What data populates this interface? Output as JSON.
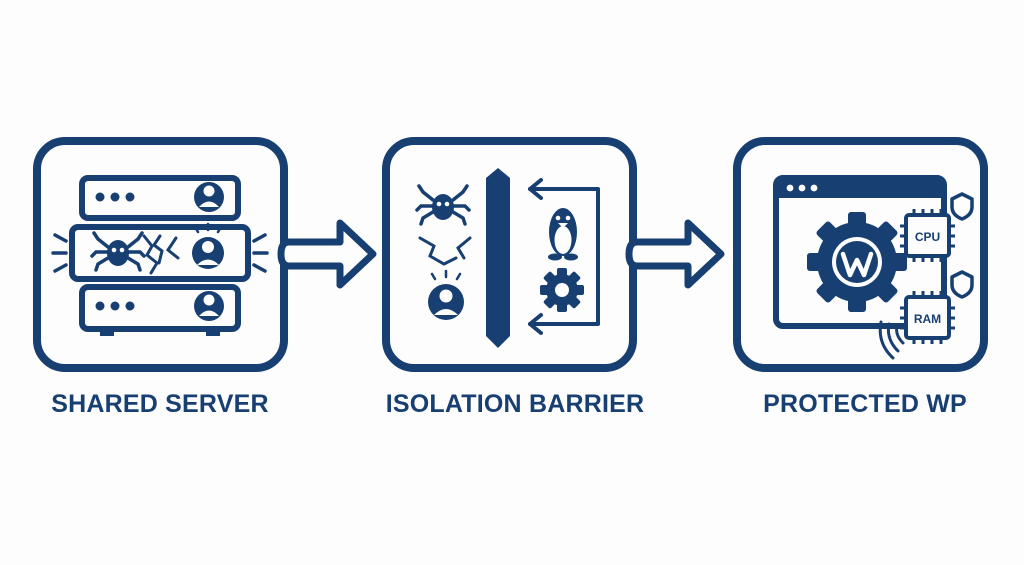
{
  "colors": {
    "primary": "#173f72",
    "background": "#fdfdfd"
  },
  "steps": [
    {
      "label": "SHARED SERVER",
      "icons": [
        "server-rack-icon",
        "user-icon",
        "spider-icon",
        "distressed-user-icon",
        "crack-icon"
      ]
    },
    {
      "label": "ISOLATION BARRIER",
      "icons": [
        "spider-icon",
        "distressed-user-icon",
        "barrier-wall-icon",
        "linux-penguin-icon",
        "gear-icon"
      ]
    },
    {
      "label": "PROTECTED WP",
      "icons": [
        "browser-window-icon",
        "wordpress-gear-icon",
        "cpu-chip-icon",
        "ram-chip-icon",
        "shield-icon"
      ],
      "chips": {
        "cpu": "CPU",
        "ram": "RAM"
      }
    }
  ],
  "connectors": [
    "arrow-right-icon",
    "arrow-right-icon"
  ]
}
